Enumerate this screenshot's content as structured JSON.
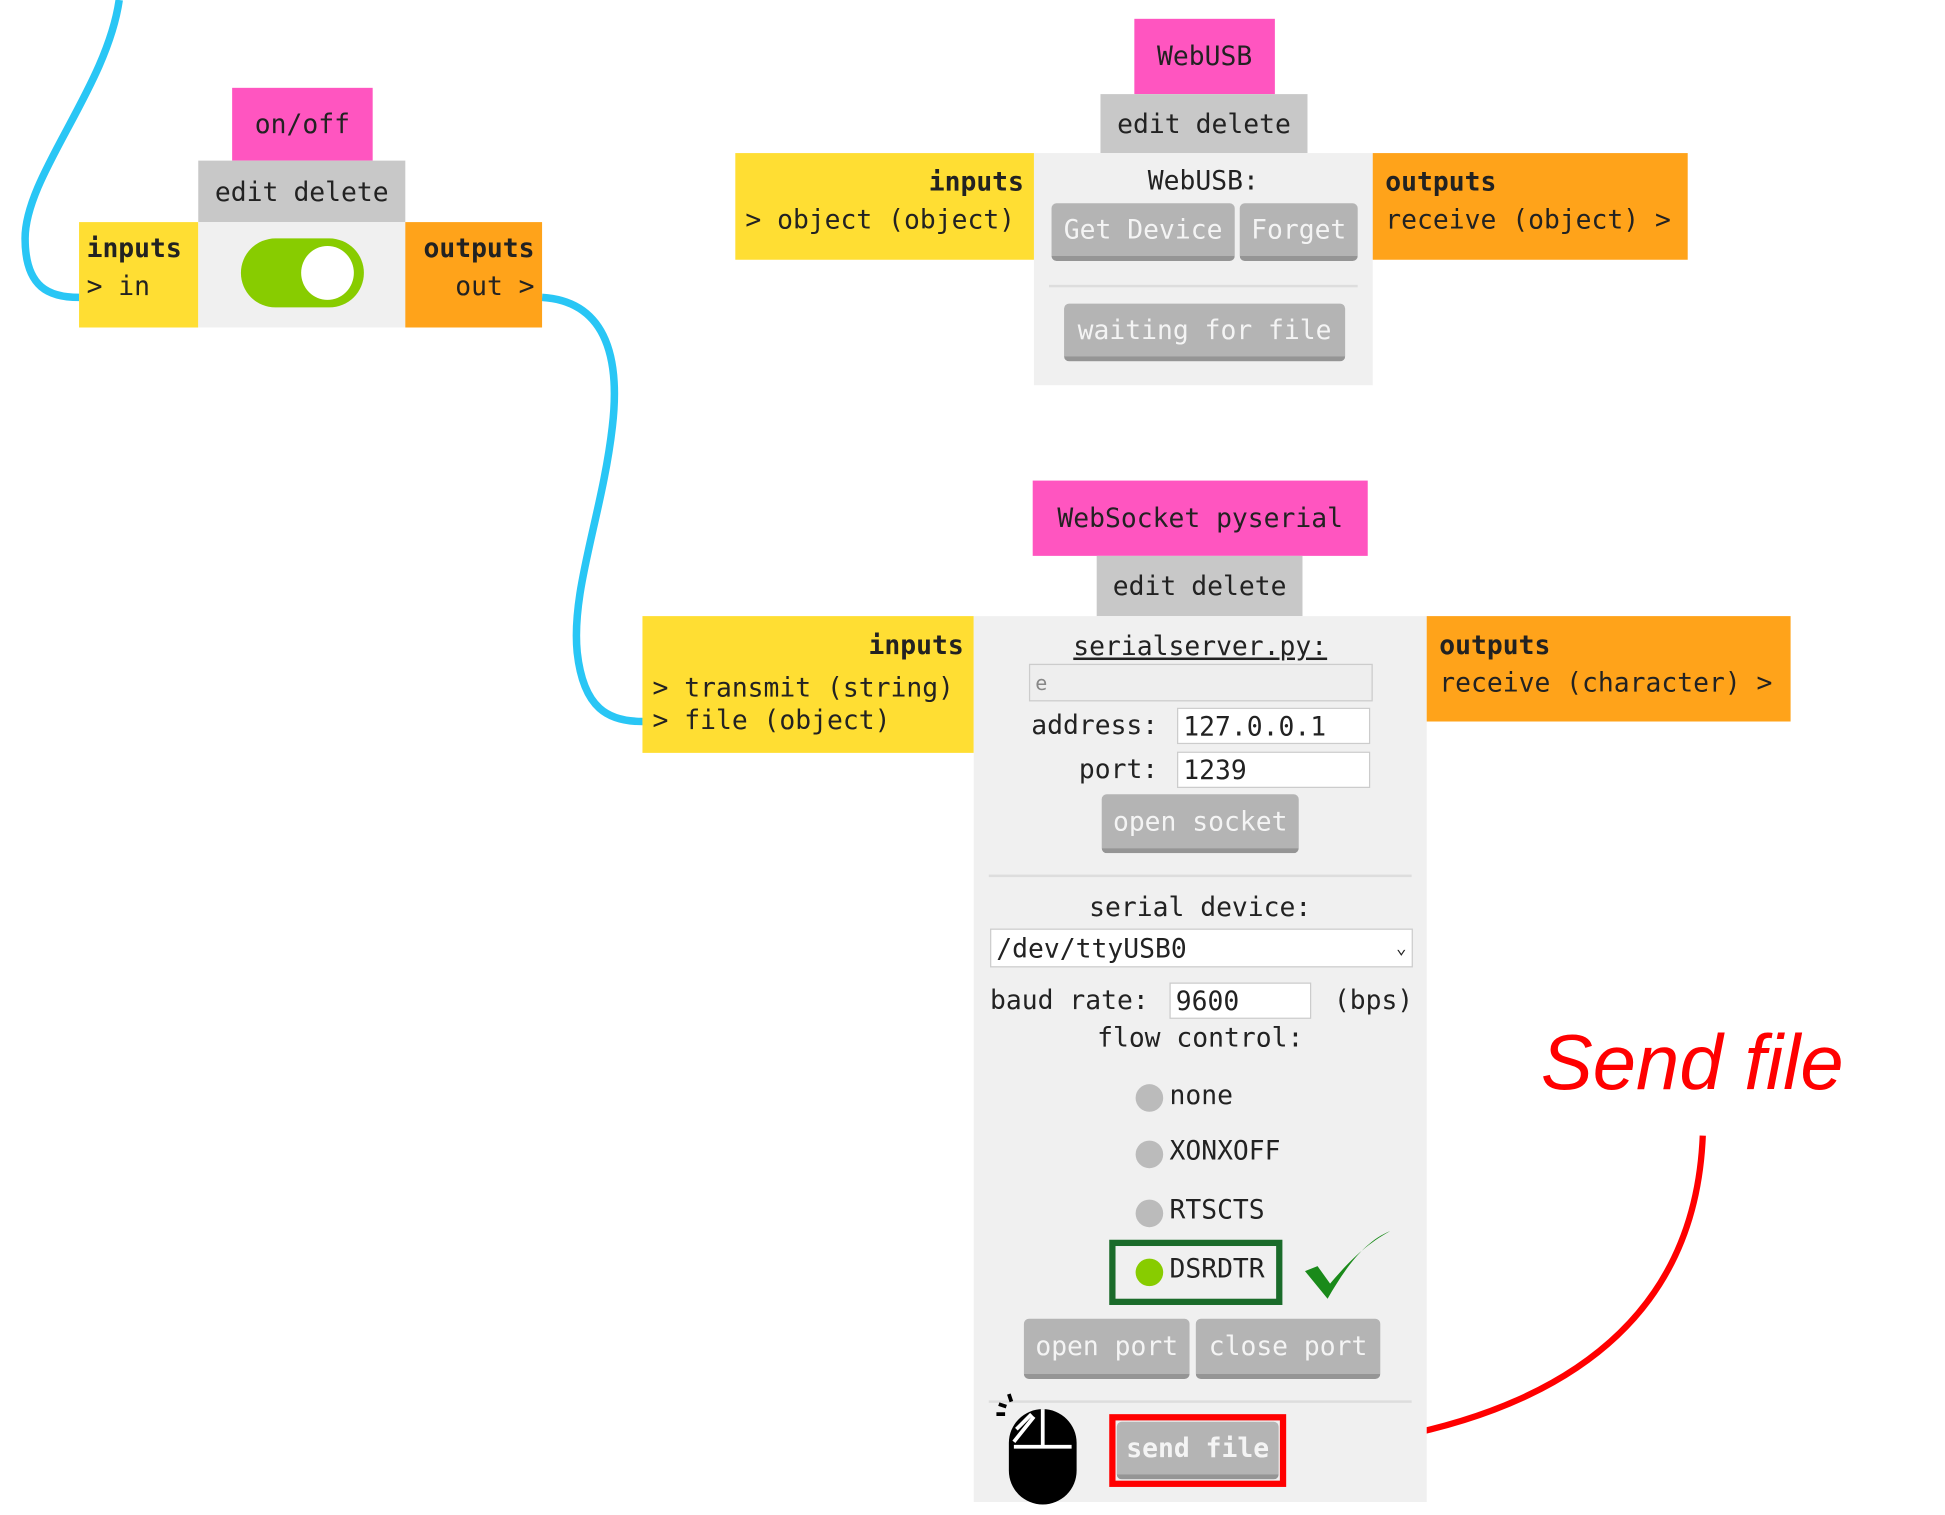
{
  "nodes": {
    "onoff": {
      "title": "on/off",
      "edit": "edit",
      "delete": "delete",
      "inputs_label": "inputs",
      "input_ports": [
        "> in"
      ],
      "outputs_label": "outputs",
      "output_ports": [
        "out >"
      ],
      "toggle_on": true
    },
    "webusb": {
      "title": "WebUSB",
      "edit": "edit",
      "delete": "delete",
      "inputs_label": "inputs",
      "input_ports": [
        "> object (object)"
      ],
      "outputs_label": "outputs",
      "output_ports": [
        "receive (object) >"
      ],
      "heading": "WebUSB:",
      "get_device": "Get Device",
      "forget": "Forget",
      "waiting": "waiting for file"
    },
    "pyserial": {
      "title": "WebSocket pyserial",
      "edit": "edit",
      "delete": "delete",
      "inputs_label": "inputs",
      "input_ports": [
        "> transmit (string)",
        "> file (object)"
      ],
      "outputs_label": "outputs",
      "output_ports": [
        "receive (character) >"
      ],
      "server_link": "serialserver.py:",
      "server_field": "e",
      "address_label": "address:",
      "address": "127.0.0.1",
      "port_label": "port:",
      "port": "1239",
      "open_socket": "open socket",
      "serial_device_label": "serial device:",
      "serial_device": "/dev/ttyUSB0",
      "baud_label": "baud rate:",
      "baud": "9600",
      "bps": "(bps)",
      "flow_label": "flow control:",
      "flow_options": [
        "none",
        "XONXOFF",
        "RTSCTS",
        "DSRDTR"
      ],
      "flow_selected": "DSRDTR",
      "open_port": "open port",
      "close_port": "close port",
      "send_file": "send file"
    }
  },
  "annotation": {
    "text": "Send file"
  },
  "colors": {
    "title": "#ff55c0",
    "inputs": "#ffde33",
    "outputs": "#ffa31a",
    "wire": "#29c6f5",
    "toggle": "#88cc00",
    "highlight_red": "#ff0000",
    "highlight_green": "#1a6b2a"
  }
}
